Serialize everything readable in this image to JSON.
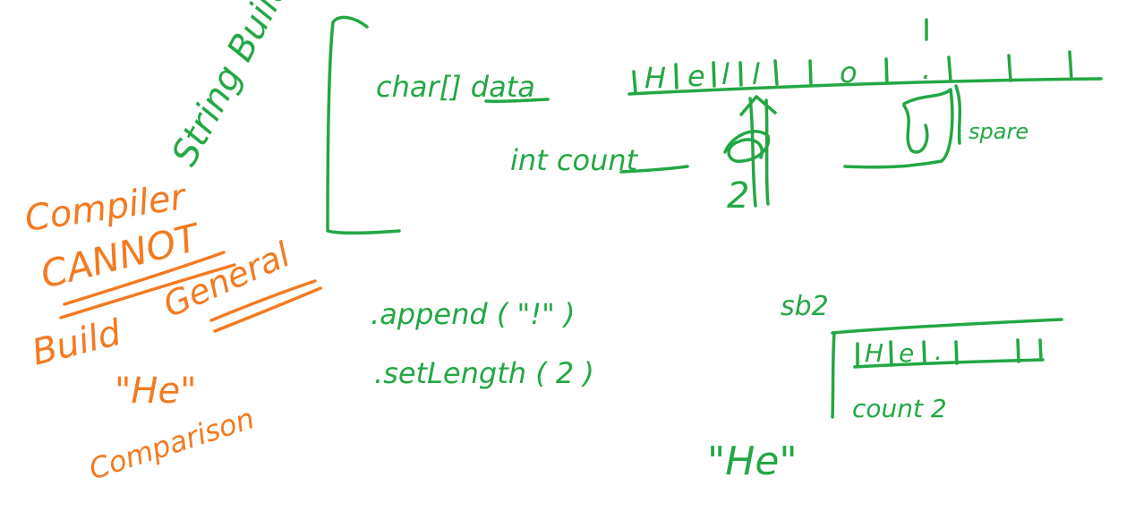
{
  "colors": {
    "background": "#ffffff",
    "green_ink": "#23a744",
    "orange_ink": "#f47a20"
  },
  "notes": {
    "title_vertical": "String Builder",
    "field_data": "char[] data",
    "array_cells": [
      "H",
      "e",
      "l",
      "l",
      "o",
      ".",
      "",
      ""
    ],
    "field_count": "int count",
    "count_value": "2",
    "spare_label": "spare",
    "call_append": ".append ( \"!\" )",
    "call_setlength": ".setLength ( 2 )",
    "sb2_label": "sb2",
    "sb2_cells": [
      "H",
      "e",
      ".",
      "",
      ""
    ],
    "sb2_count": "count 2",
    "result_string": "\"He\"",
    "orange_compiler": "Compiler",
    "orange_cannot": "CANNOT",
    "orange_build": "Build",
    "orange_general": "General",
    "orange_he": "\"He\"",
    "orange_comparison": "Comparison"
  }
}
